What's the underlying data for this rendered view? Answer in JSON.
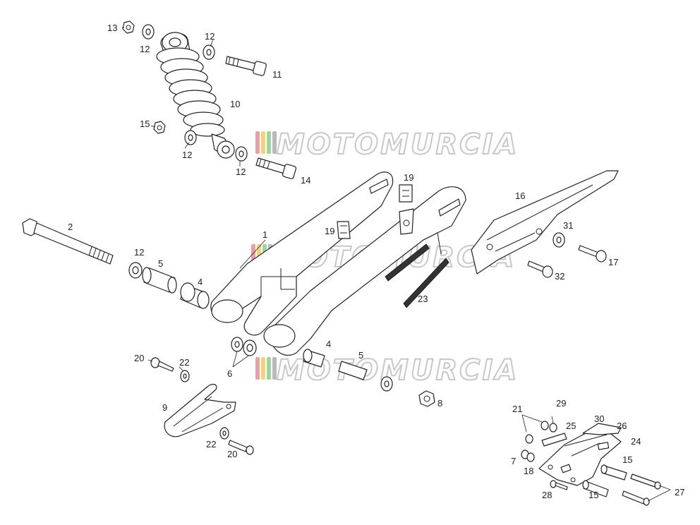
{
  "watermark": {
    "text": "MOTOMURCIA",
    "stripe_colors": [
      "#e8a0a0",
      "#f2d27a",
      "#9fd39f",
      "#b9b9b9"
    ]
  },
  "callouts": [
    {
      "id": "c13",
      "text": "13"
    },
    {
      "id": "c12a",
      "text": "12"
    },
    {
      "id": "c12b",
      "text": "12"
    },
    {
      "id": "c11",
      "text": "11"
    },
    {
      "id": "c10",
      "text": "10"
    },
    {
      "id": "c15a",
      "text": "15"
    },
    {
      "id": "c12c",
      "text": "12"
    },
    {
      "id": "c12d",
      "text": "12"
    },
    {
      "id": "c14",
      "text": "14"
    },
    {
      "id": "c2",
      "text": "2"
    },
    {
      "id": "c12e",
      "text": "12"
    },
    {
      "id": "c5a",
      "text": "5"
    },
    {
      "id": "c4a",
      "text": "4"
    },
    {
      "id": "c1",
      "text": "1"
    },
    {
      "id": "c19a",
      "text": "19"
    },
    {
      "id": "c19b",
      "text": "19"
    },
    {
      "id": "c16",
      "text": "16"
    },
    {
      "id": "c31",
      "text": "31"
    },
    {
      "id": "c17",
      "text": "17"
    },
    {
      "id": "c32",
      "text": "32"
    },
    {
      "id": "c23",
      "text": "23"
    },
    {
      "id": "c4b",
      "text": "4"
    },
    {
      "id": "c5b",
      "text": "5"
    },
    {
      "id": "c6",
      "text": "6"
    },
    {
      "id": "c20a",
      "text": "20"
    },
    {
      "id": "c22a",
      "text": "22"
    },
    {
      "id": "c9",
      "text": "9"
    },
    {
      "id": "c22b",
      "text": "22"
    },
    {
      "id": "c20b",
      "text": "20"
    },
    {
      "id": "c8",
      "text": "8"
    },
    {
      "id": "c21",
      "text": "21"
    },
    {
      "id": "c29",
      "text": "29"
    },
    {
      "id": "c25",
      "text": "25"
    },
    {
      "id": "c30",
      "text": "30"
    },
    {
      "id": "c26",
      "text": "26"
    },
    {
      "id": "c24",
      "text": "24"
    },
    {
      "id": "c7",
      "text": "7"
    },
    {
      "id": "c18",
      "text": "18"
    },
    {
      "id": "c15b",
      "text": "15"
    },
    {
      "id": "c28",
      "text": "28"
    },
    {
      "id": "c15c",
      "text": "15"
    },
    {
      "id": "c27",
      "text": "27"
    }
  ]
}
